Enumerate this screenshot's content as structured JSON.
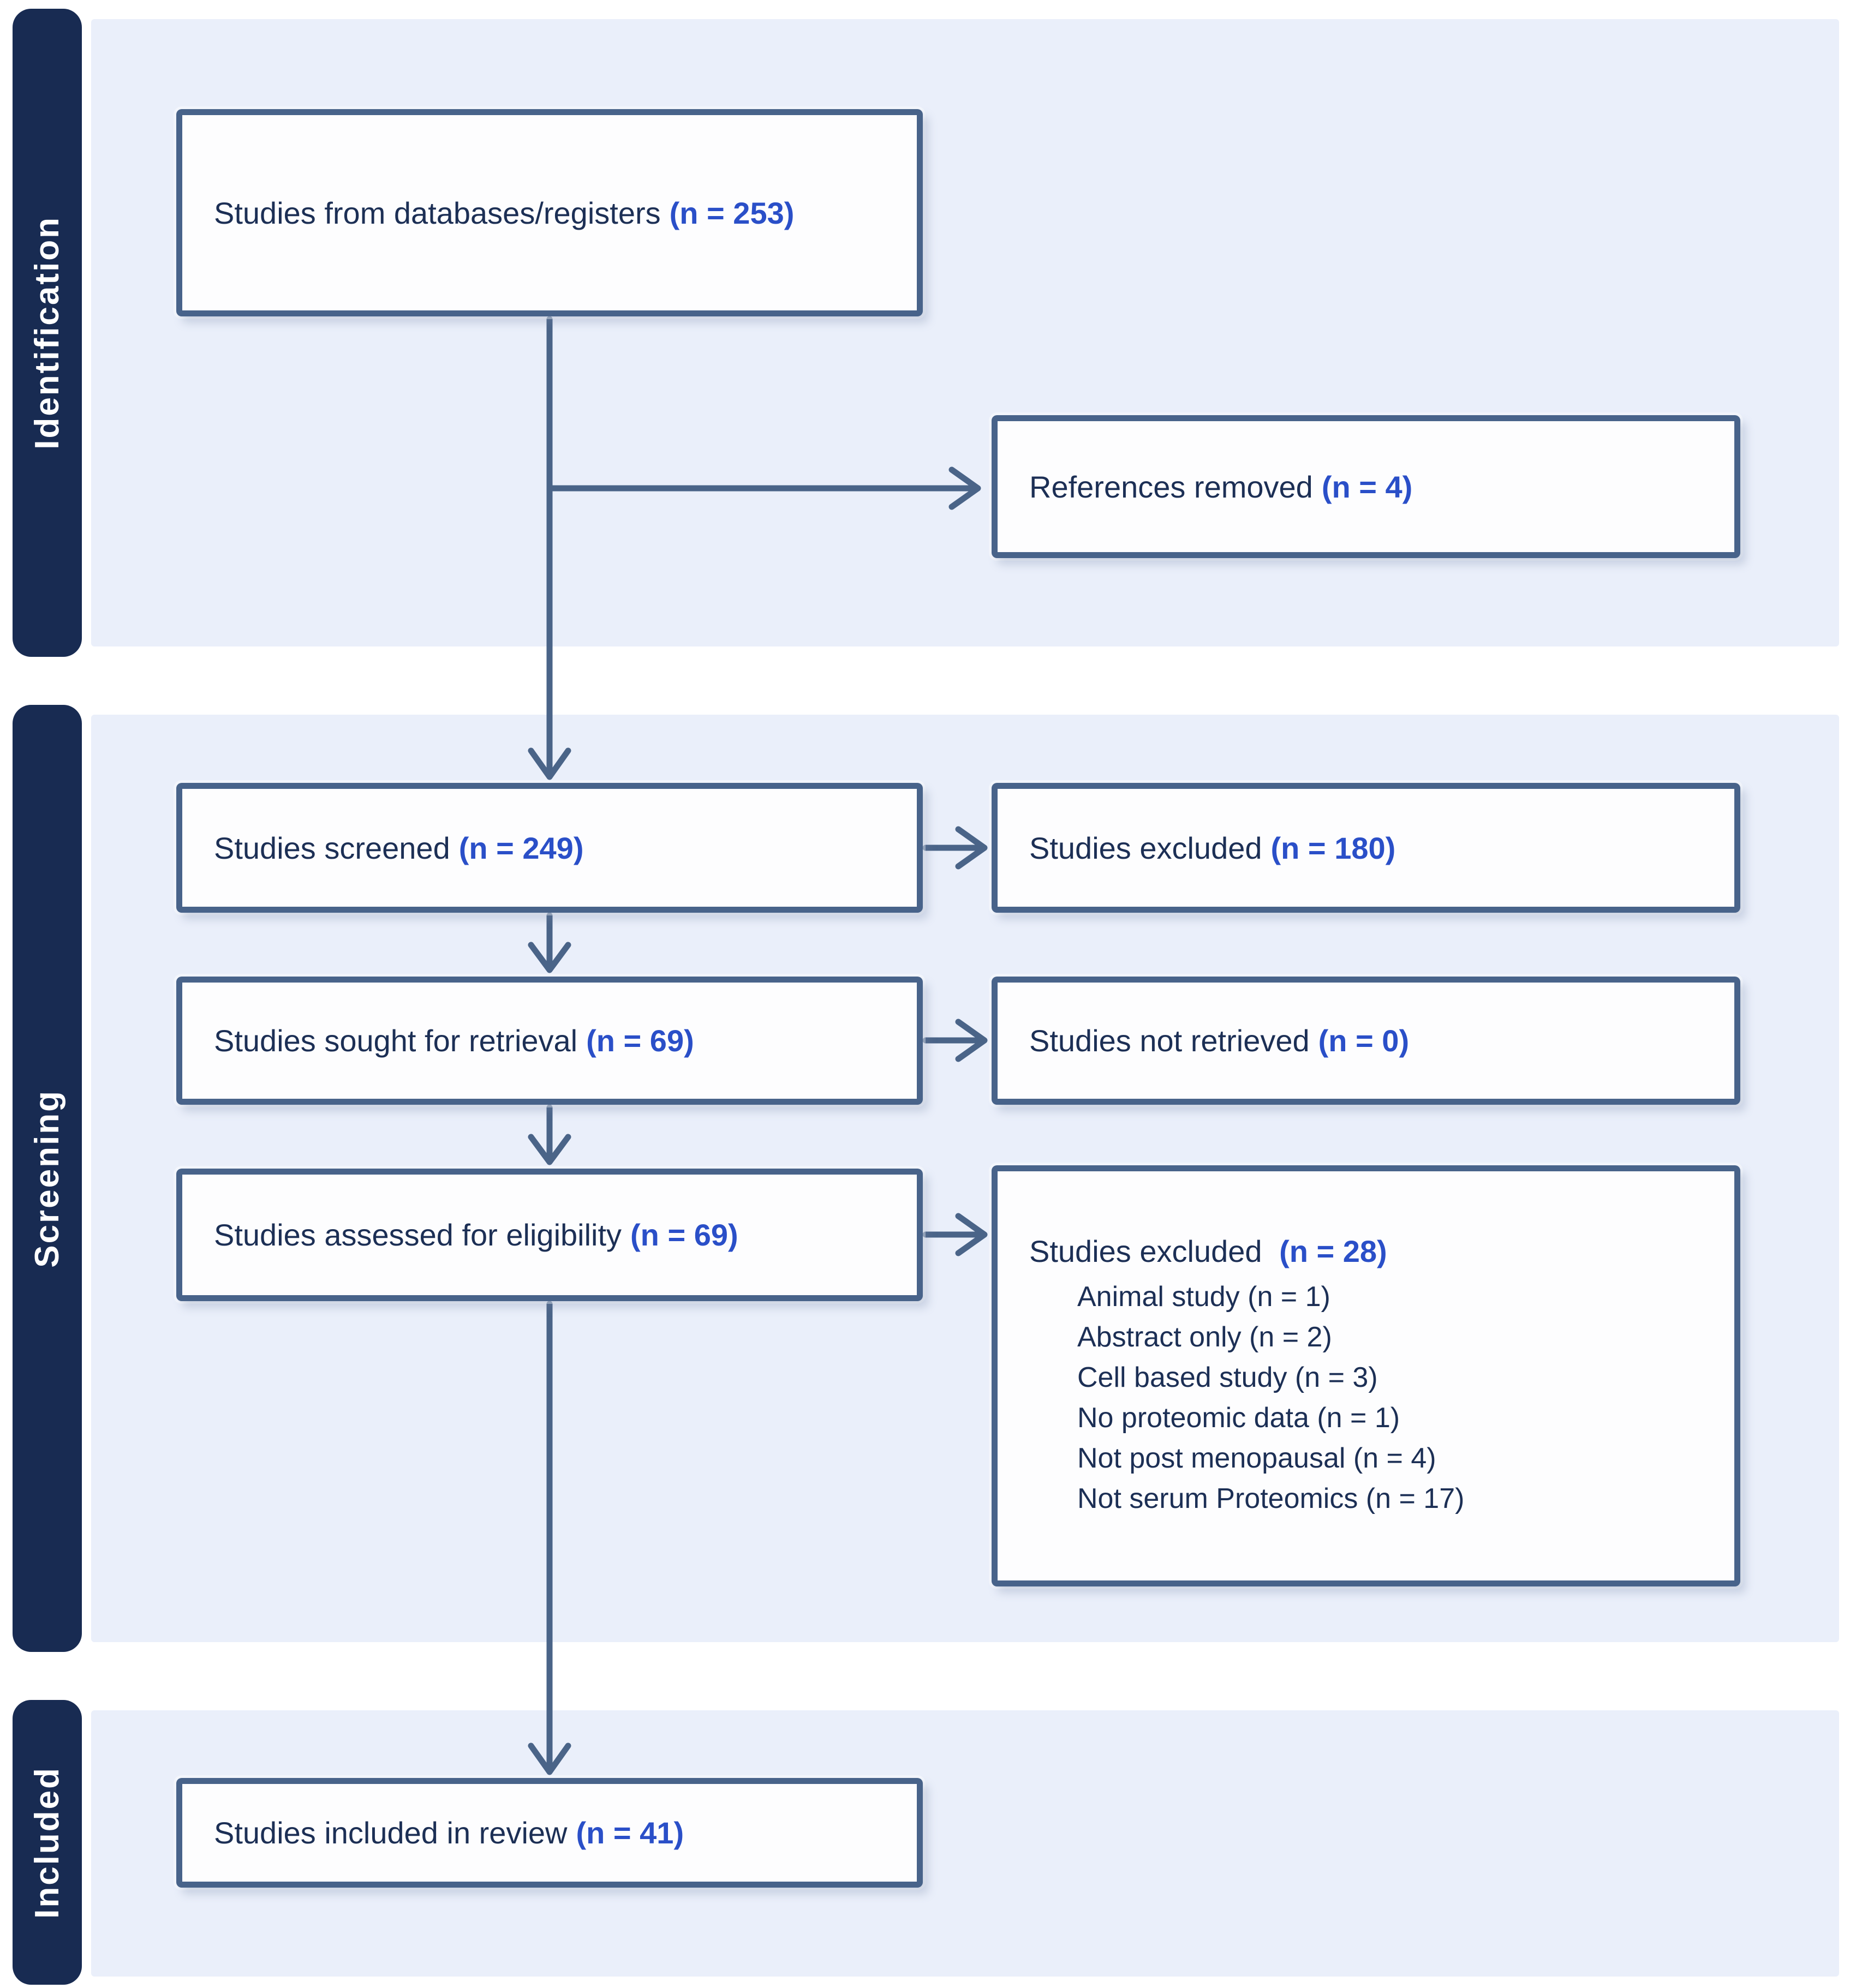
{
  "stages": {
    "identification": "Identification",
    "screening": "Screening",
    "included": "Included"
  },
  "boxes": {
    "databases": {
      "label": "Studies from databases/registers",
      "n": "(n = 253)"
    },
    "references_removed": {
      "label": "References removed",
      "n": "(n = 4)"
    },
    "screened": {
      "label": "Studies screened",
      "n": "(n = 249)"
    },
    "excluded_screening": {
      "label": "Studies excluded",
      "n": "(n = 180)"
    },
    "sought": {
      "label": "Studies sought for retrieval",
      "n": "(n = 69)"
    },
    "not_retrieved": {
      "label": "Studies not retrieved",
      "n": "(n = 0)"
    },
    "assessed": {
      "label": "Studies assessed for eligibility",
      "n": "(n = 69)"
    },
    "excluded_eligibility": {
      "label": "Studies excluded",
      "n": "(n = 28)",
      "reasons": [
        "Animal study (n = 1)",
        "Abstract only (n = 2)",
        "Cell based study (n = 3)",
        "No proteomic data (n = 1)",
        "Not post menopausal (n = 4)",
        "Not serum Proteomics (n = 17)"
      ]
    },
    "included_review": {
      "label": "Studies included in review",
      "n": "(n = 41)"
    }
  },
  "colors": {
    "stage_band": "#182b52",
    "phase_band": "#eaeffa",
    "box_border": "#48638a",
    "box_fill": "#fdfdfe",
    "text_main": "#1c2f55",
    "text_count": "#2a4fc8",
    "arrow": "#4a6488"
  }
}
